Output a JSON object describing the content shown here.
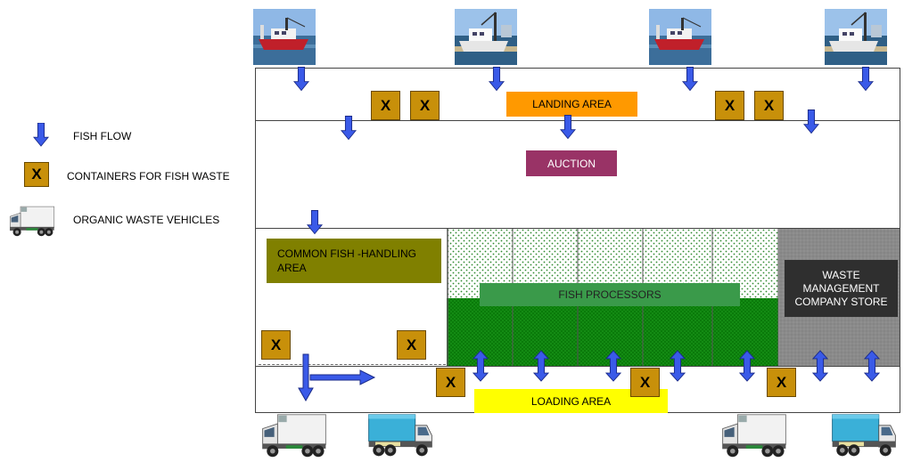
{
  "legend": {
    "fish_flow": "FISH FLOW",
    "containers": "CONTAINERS FOR FISH WASTE",
    "vehicles": "ORGANIC WASTE VEHICLES",
    "x_mark": "X"
  },
  "areas": {
    "landing": "LANDING AREA",
    "auction": "AUCTION",
    "common_handling": "COMMON FISH -HANDLING AREA",
    "fish_processors": "FISH PROCESSORS",
    "waste_store": "WASTE MANAGEMENT COMPANY STORE",
    "loading": "LOADING AREA"
  },
  "colors": {
    "arrow_blue": "#3a5ae8",
    "container_gold": "#c8900a",
    "landing_orange": "#ff9900",
    "auction_purple": "#993366",
    "common_olive": "#808000",
    "processor_green": "#008000",
    "waste_gray": "#333333",
    "loading_yellow": "#ffff00"
  },
  "icons": [
    "fishing-boat-photo",
    "down-arrow-icon",
    "container-icon",
    "refrigerated-truck-icon",
    "blue-truck-icon"
  ]
}
